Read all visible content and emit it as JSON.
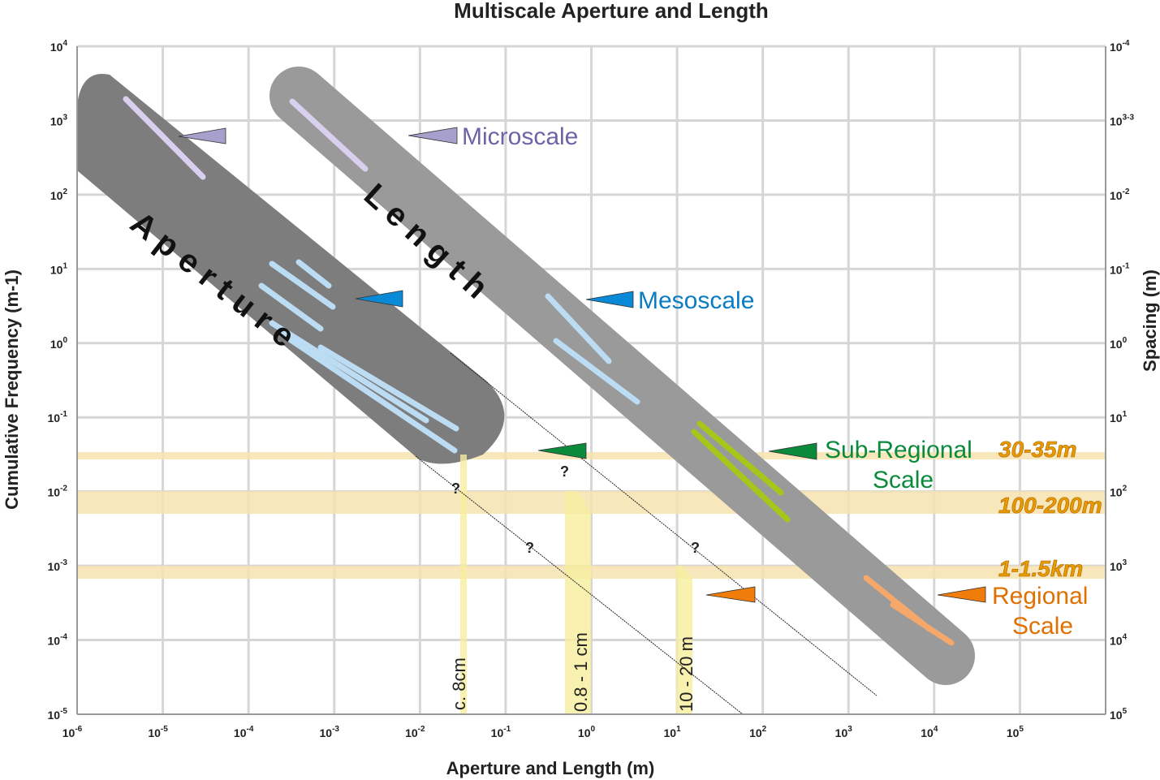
{
  "chart_data": {
    "type": "scatter",
    "title": "Multiscale Aperture and Length",
    "xlabel": "Aperture and Length (m)",
    "ylabel": "Cumulative Frequency (m-1)",
    "y2label": "Spacing (m)",
    "xscale": "log",
    "yscale": "log",
    "xlim": [
      1e-06,
      1000000.0
    ],
    "ylim": [
      1e-05,
      10000.0
    ],
    "grid": true,
    "x_ticks": [
      {
        "b": "10",
        "e": "-6"
      },
      {
        "b": "10",
        "e": "-5"
      },
      {
        "b": "10",
        "e": "-4"
      },
      {
        "b": "10",
        "e": "-3"
      },
      {
        "b": "10",
        "e": "-2"
      },
      {
        "b": "10",
        "e": "-1"
      },
      {
        "b": "10",
        "e": "0"
      },
      {
        "b": "10",
        "e": "1"
      },
      {
        "b": "10",
        "e": "2"
      },
      {
        "b": "10",
        "e": "3"
      },
      {
        "b": "10",
        "e": "4"
      },
      {
        "b": "10",
        "e": "5"
      }
    ],
    "y_ticks": [
      {
        "b": "10",
        "e": "4"
      },
      {
        "b": "10",
        "e": "3"
      },
      {
        "b": "10",
        "e": "2"
      },
      {
        "b": "10",
        "e": "1"
      },
      {
        "b": "10",
        "e": "0"
      },
      {
        "b": "10",
        "e": "-1"
      },
      {
        "b": "10",
        "e": "-2"
      },
      {
        "b": "10",
        "e": "-3"
      },
      {
        "b": "10",
        "e": "-4"
      },
      {
        "b": "10",
        "e": "-5"
      }
    ],
    "y2_ticks": [
      {
        "b": "10",
        "e": "-4"
      },
      {
        "b": "10",
        "e": "3-3"
      },
      {
        "b": "10",
        "e": "-2"
      },
      {
        "b": "10",
        "e": "-1"
      },
      {
        "b": "10",
        "e": "0"
      },
      {
        "b": "10",
        "e": "1"
      },
      {
        "b": "10",
        "e": "2"
      },
      {
        "b": "10",
        "e": "3"
      },
      {
        "b": "10",
        "e": "4"
      },
      {
        "b": "10",
        "e": "5"
      }
    ],
    "bands": [
      {
        "name": "Aperture",
        "label": "A p e r t u r e"
      },
      {
        "name": "Length",
        "label": "L e n g t h"
      }
    ],
    "scales": [
      {
        "label": "Microscale",
        "color": "#a79fcc"
      },
      {
        "label": "Mesoscale",
        "color": "#0a8ad6"
      },
      {
        "label": "Sub-Regional",
        "label2": "Scale",
        "color": "#0b8a3c"
      },
      {
        "label": "Regional",
        "label2": "Scale",
        "color": "#f07d0a"
      }
    ],
    "spacing_bands": [
      "30-35m",
      "100-200m",
      "1-1.5km"
    ],
    "aperture_markers": [
      "c. 8cm",
      "0.8 - 1 cm",
      "10 - 20 m"
    ],
    "question_mark": "?"
  }
}
